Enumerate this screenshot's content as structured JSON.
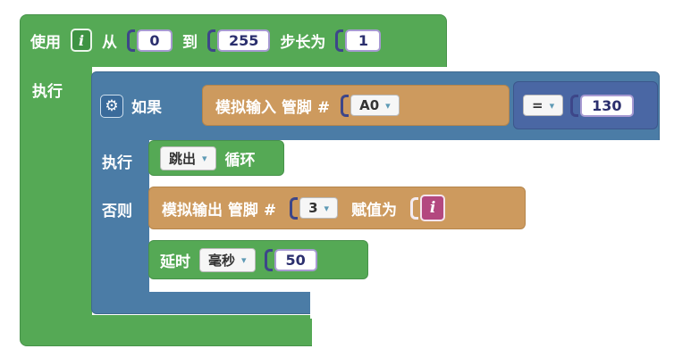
{
  "icons": {
    "gear": "⚙",
    "dropdown_arrow": "▾"
  },
  "colors": {
    "green": "#55a955",
    "green_border": "#47924a",
    "blue": "#4b7ca6",
    "blue_border": "#3f6a90",
    "navy": "#4a67a4",
    "navy_border": "#3c568c",
    "tan": "#cd9a5e",
    "tan_border": "#b5854b",
    "magenta": "#b3487f",
    "slot_border": "#a79ad2",
    "slot_text": "#2b2f6e"
  },
  "loop_block": {
    "use_label": "使用",
    "variable": "i",
    "from_label": "从",
    "from_value": "0",
    "to_label": "到",
    "to_value": "255",
    "step_label": "步长为",
    "step_value": "1",
    "do_label": "执行"
  },
  "if_block": {
    "if_label": "如果",
    "do_label": "执行",
    "else_label": "否则"
  },
  "analog_read": {
    "label": "模拟输入 管脚 #",
    "pin": "A0"
  },
  "compare": {
    "operator": "=",
    "value": "130"
  },
  "break_block": {
    "action": "跳出",
    "suffix_label": "循环"
  },
  "analog_write": {
    "label": "模拟输出 管脚 #",
    "pin": "3",
    "assign_label": "赋值为",
    "variable": "i"
  },
  "delay_block": {
    "label": "延时",
    "unit": "毫秒",
    "duration": "50"
  }
}
